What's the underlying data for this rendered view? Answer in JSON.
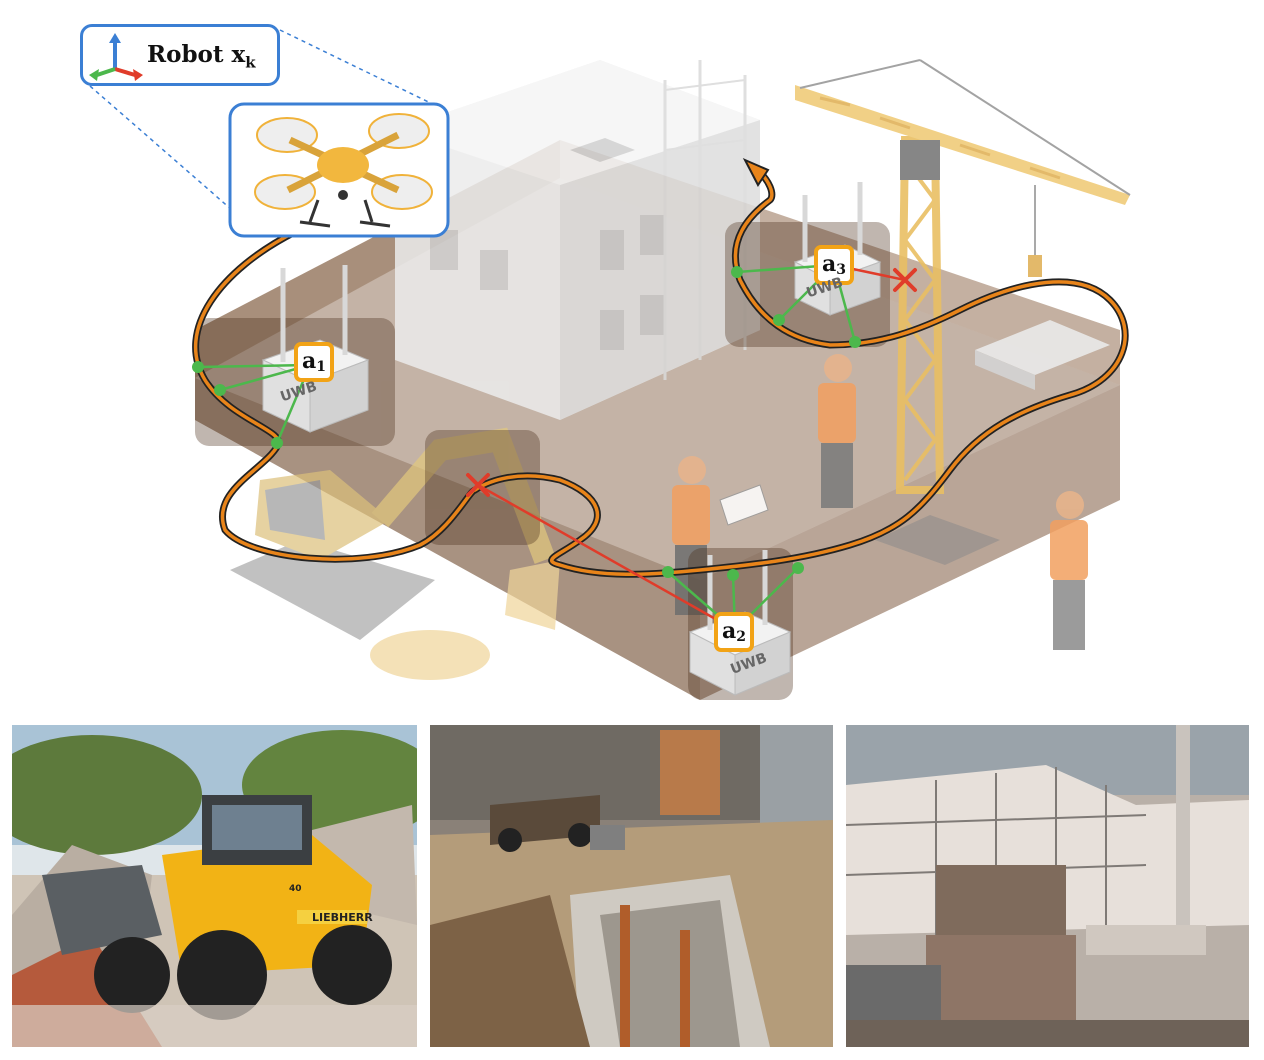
{
  "robot": {
    "label": "Robot",
    "subscript_var": "x",
    "subscript_index": "k"
  },
  "anchors": [
    {
      "letter": "a",
      "index": "1",
      "device_label": "UWB"
    },
    {
      "letter": "a",
      "index": "2",
      "device_label": "UWB"
    },
    {
      "letter": "a",
      "index": "3",
      "device_label": "UWB"
    }
  ],
  "colors": {
    "trajectory": "#e8841a",
    "los_link": "#4cb84c",
    "nlos_link": "#e03c2a",
    "anchor_badge": "#f2a316",
    "robot_frame": "#3b7fd4",
    "ground": "#c4b3a6",
    "pit_wall": "#8b6a4f"
  },
  "photos": [
    {
      "subject": "wheel-loader",
      "brand_text": "LIEBHERR",
      "unit_number": "40"
    },
    {
      "subject": "foundation-pit"
    },
    {
      "subject": "scaffolding-site"
    }
  ]
}
